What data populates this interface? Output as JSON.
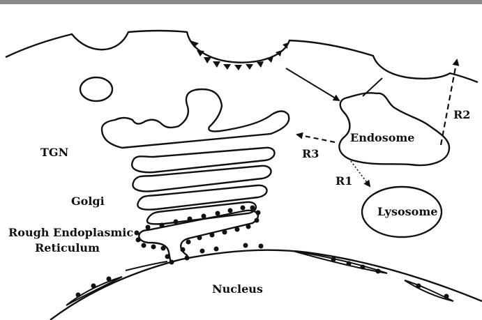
{
  "labels": {
    "tgn": "TGN",
    "golgi": "Golgi",
    "rer_line1": "Rough Endoplasmic",
    "rer_line2": "Reticulum",
    "nucleus": "Nucleus",
    "endosome": "Endosome",
    "lysosome": "Lysosome",
    "r1": "R1",
    "r2": "R2",
    "r3": "R3"
  },
  "colors": {
    "ink": "#111111",
    "background": "#ffffff",
    "top_border": "#8a8a8a"
  }
}
